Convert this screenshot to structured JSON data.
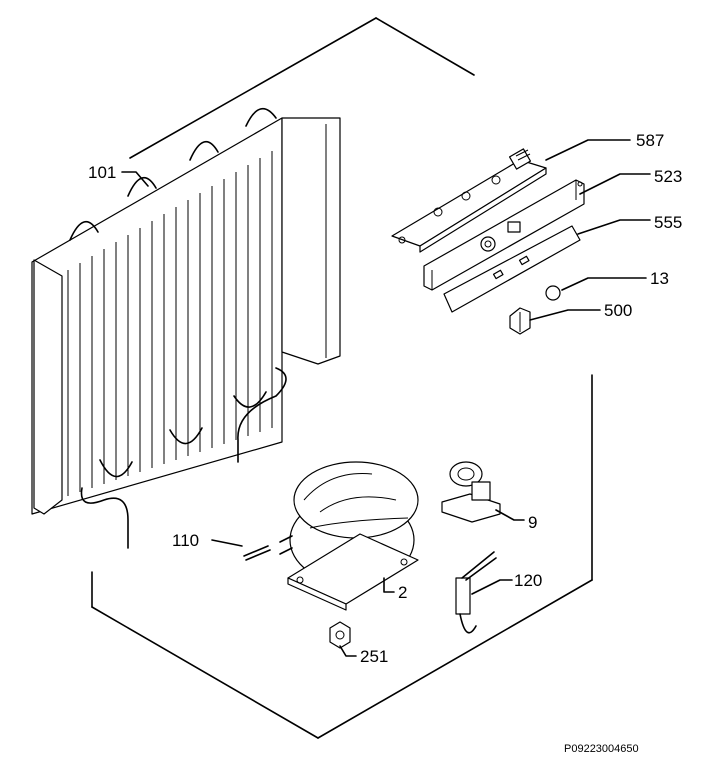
{
  "diagram": {
    "labels": {
      "p101": "101",
      "p587": "587",
      "p523": "523",
      "p555": "555",
      "p13": "13",
      "p500": "500",
      "p110": "110",
      "p9": "9",
      "p120": "120",
      "p2": "2",
      "p251": "251"
    },
    "reference_code": "P09223004650"
  }
}
